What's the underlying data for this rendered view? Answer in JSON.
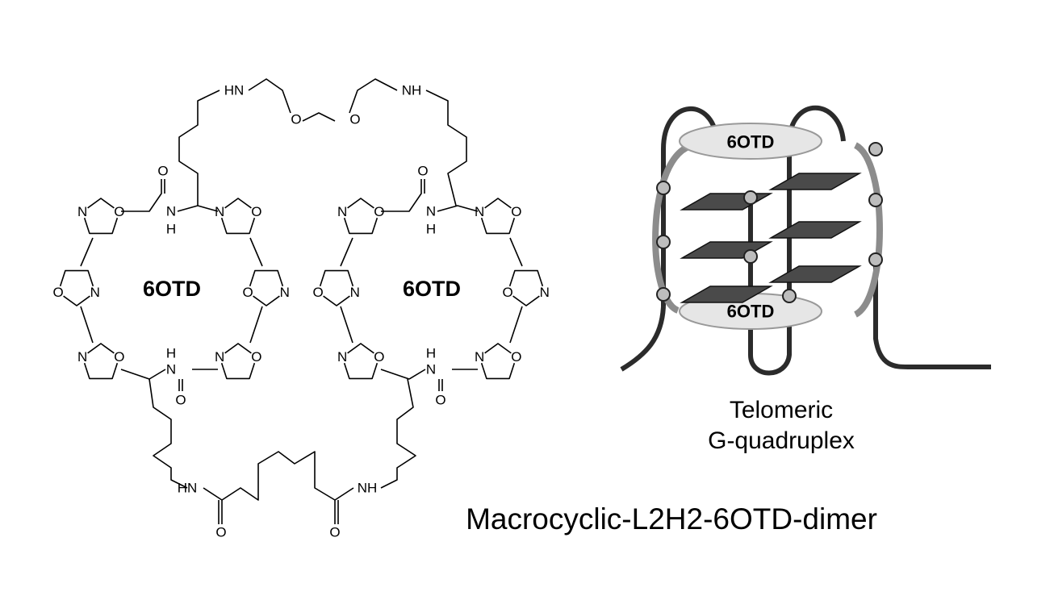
{
  "atoms": {
    "O": "O",
    "N": "N",
    "H": "H",
    "HN": "HN",
    "NH": "NH"
  },
  "macrocycle_label": "6OTD",
  "quadruplex": {
    "top_label": "6OTD",
    "bottom_label": "6OTD",
    "caption_line1": "Telomeric",
    "caption_line2": "G-quadruplex"
  },
  "title": "Macrocyclic-L2H2-6OTD-dimer",
  "colors": {
    "strand": "#2b2b2b",
    "loop_gray": "#8c8c8c",
    "plate": "#4a4a4a",
    "disc": "#e6e6e6",
    "bead": "#bdbdbd"
  }
}
